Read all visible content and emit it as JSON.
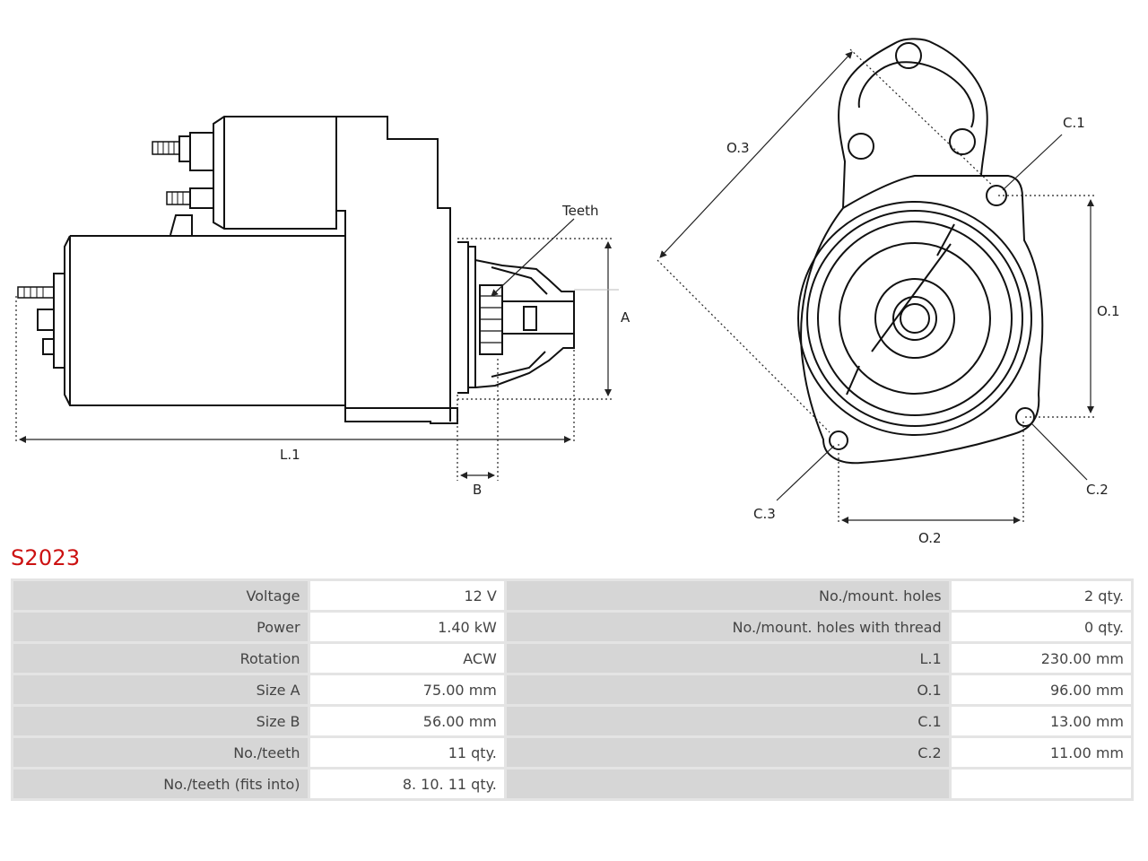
{
  "part_code": "S2023",
  "drawing_labels": {
    "teeth": "Teeth",
    "a": "A",
    "b": "B",
    "l1": "L.1",
    "o1": "O.1",
    "o2": "O.2",
    "o3": "O.3",
    "c1": "C.1",
    "c2": "C.2",
    "c3": "C.3"
  },
  "specs": [
    {
      "label_left": "Voltage",
      "value_left": "12 V",
      "label_right": "No./mount. holes",
      "value_right": "2 qty."
    },
    {
      "label_left": "Power",
      "value_left": "1.40 kW",
      "label_right": "No./mount. holes with thread",
      "value_right": "0 qty."
    },
    {
      "label_left": "Rotation",
      "value_left": "ACW",
      "label_right": "L.1",
      "value_right": "230.00 mm"
    },
    {
      "label_left": "Size A",
      "value_left": "75.00 mm",
      "label_right": "O.1",
      "value_right": "96.00 mm"
    },
    {
      "label_left": "Size B",
      "value_left": "56.00 mm",
      "label_right": "C.1",
      "value_right": "13.00 mm"
    },
    {
      "label_left": "No./teeth",
      "value_left": "11 qty.",
      "label_right": "C.2",
      "value_right": "11.00 mm"
    },
    {
      "label_left": "No./teeth (fits into)",
      "value_left": "8. 10. 11 qty.",
      "label_right": "",
      "value_right": ""
    }
  ],
  "colors": {
    "part_code": "#cc1111",
    "label_cell": "#d6d6d6",
    "value_cell": "#ffffff",
    "grid": "#e4e4e4"
  }
}
